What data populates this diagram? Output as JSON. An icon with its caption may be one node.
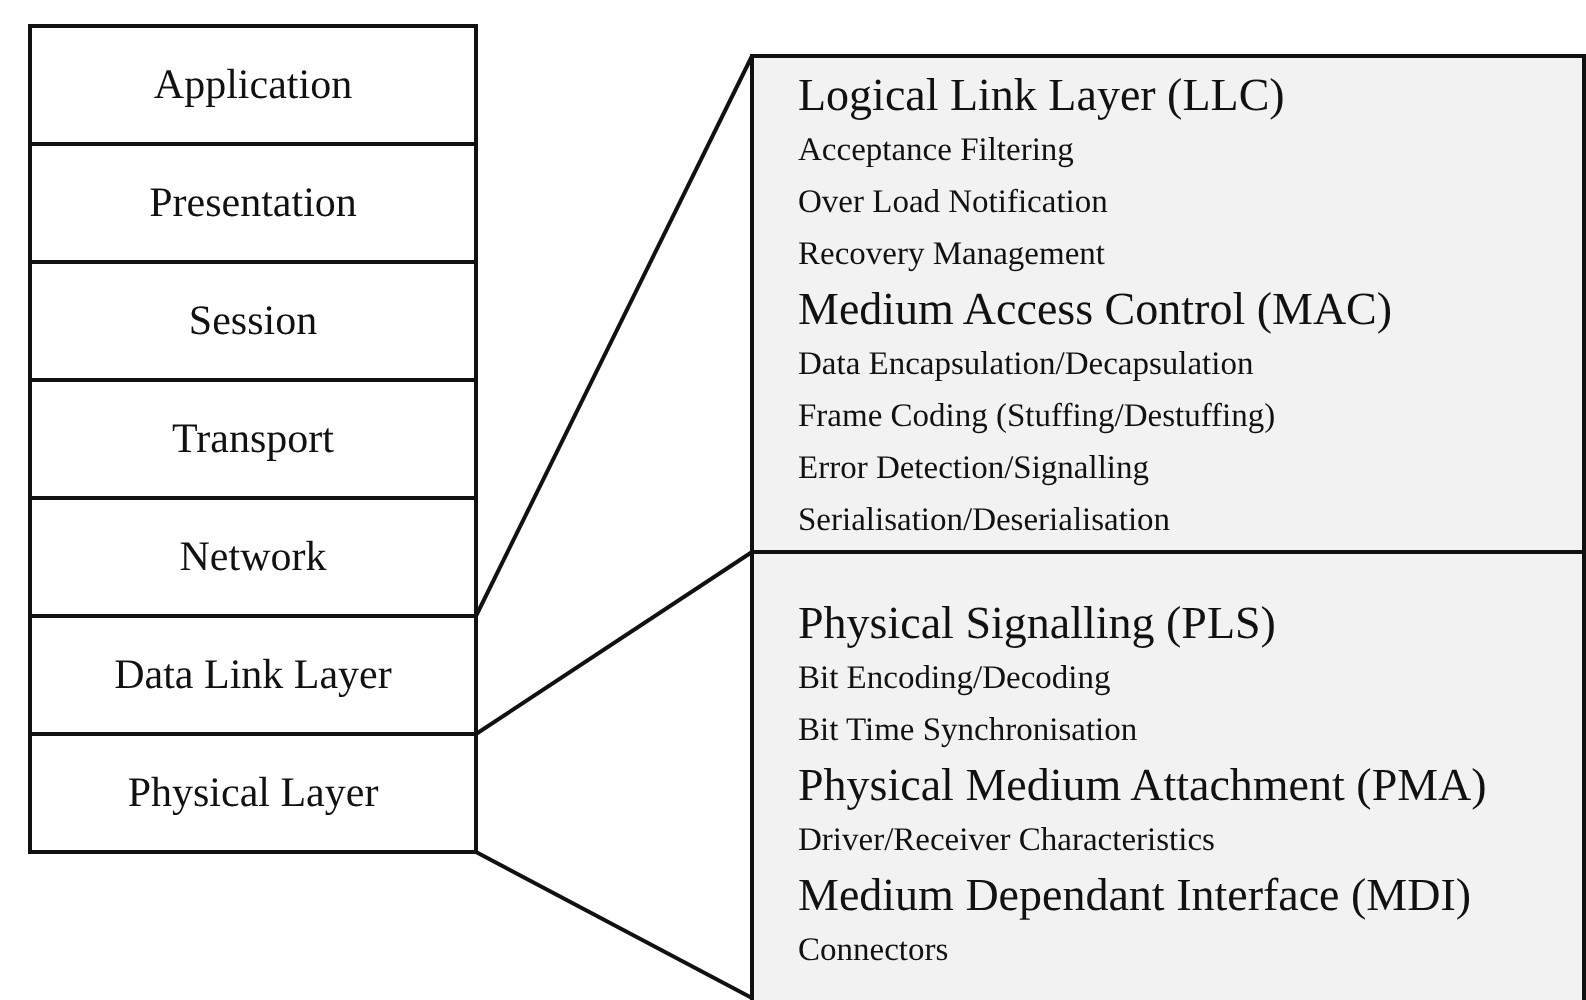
{
  "diagram": {
    "nodes": [
      {
        "text": [
          "Application"
        ]
      },
      {
        "text": [
          "Presentation"
        ]
      },
      {
        "text": [
          "Session"
        ]
      },
      {
        "text": [
          "Transport"
        ]
      },
      {
        "text": [
          "Network"
        ]
      },
      {
        "text": [
          "Data Link Layer"
        ]
      },
      {
        "text": [
          "Physical Layer"
        ]
      },
      {
        "text": [
          "Logical Link Layer (LLC)",
          "Acceptance Filtering",
          "Over Load Notification",
          "Recovery Management",
          "Medium Access Control (MAC)",
          "Data Encapsulation/Decapsulation",
          "Frame Coding (Stuffing/Destuffing)",
          "Error Detection/Signalling",
          "Serialisation/Deserialisation"
        ]
      },
      {
        "text": [
          "Physical Signalling (PLS)",
          "Bit Encoding/Decoding",
          "Bit Time Synchronisation",
          "Physical Medium Attachment (PMA)",
          "Driver/Receiver Characteristics",
          "Medium Dependant Interface (MDI)",
          "Connectors"
        ]
      }
    ],
    "edges": [
      {
        "from": 5,
        "to": 7,
        "arrow": "none"
      },
      {
        "from": 6,
        "to": 8,
        "arrow": "none"
      },
      {
        "from": 6,
        "to": 8,
        "arrow": "none"
      }
    ]
  }
}
